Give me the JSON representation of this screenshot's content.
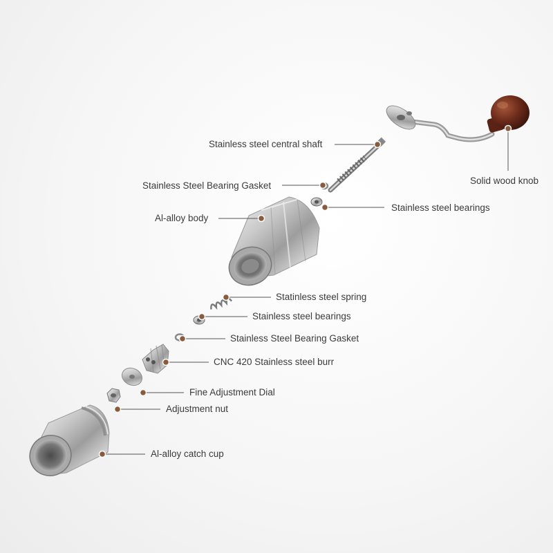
{
  "accent_color": "#8a5a3b",
  "line_color": "#555555",
  "labels": {
    "central_shaft": "Stainless steel central shaft",
    "bearing_gasket_top": "Stainless Steel Bearing Gasket",
    "bearings_top": "Stainless steel bearings",
    "body": "Al-alloy body",
    "wood_knob": "Solid wood knob",
    "spring": "Statinless steel spring",
    "bearings_mid": "Stainless steel bearings",
    "bearing_gasket_mid": "Stainless Steel Bearing Gasket",
    "burr": "CNC 420 Stainless steel burr",
    "dial": "Fine Adjustment Dial",
    "nut": "Adjustment nut",
    "catch_cup": "Al-alloy catch cup"
  }
}
